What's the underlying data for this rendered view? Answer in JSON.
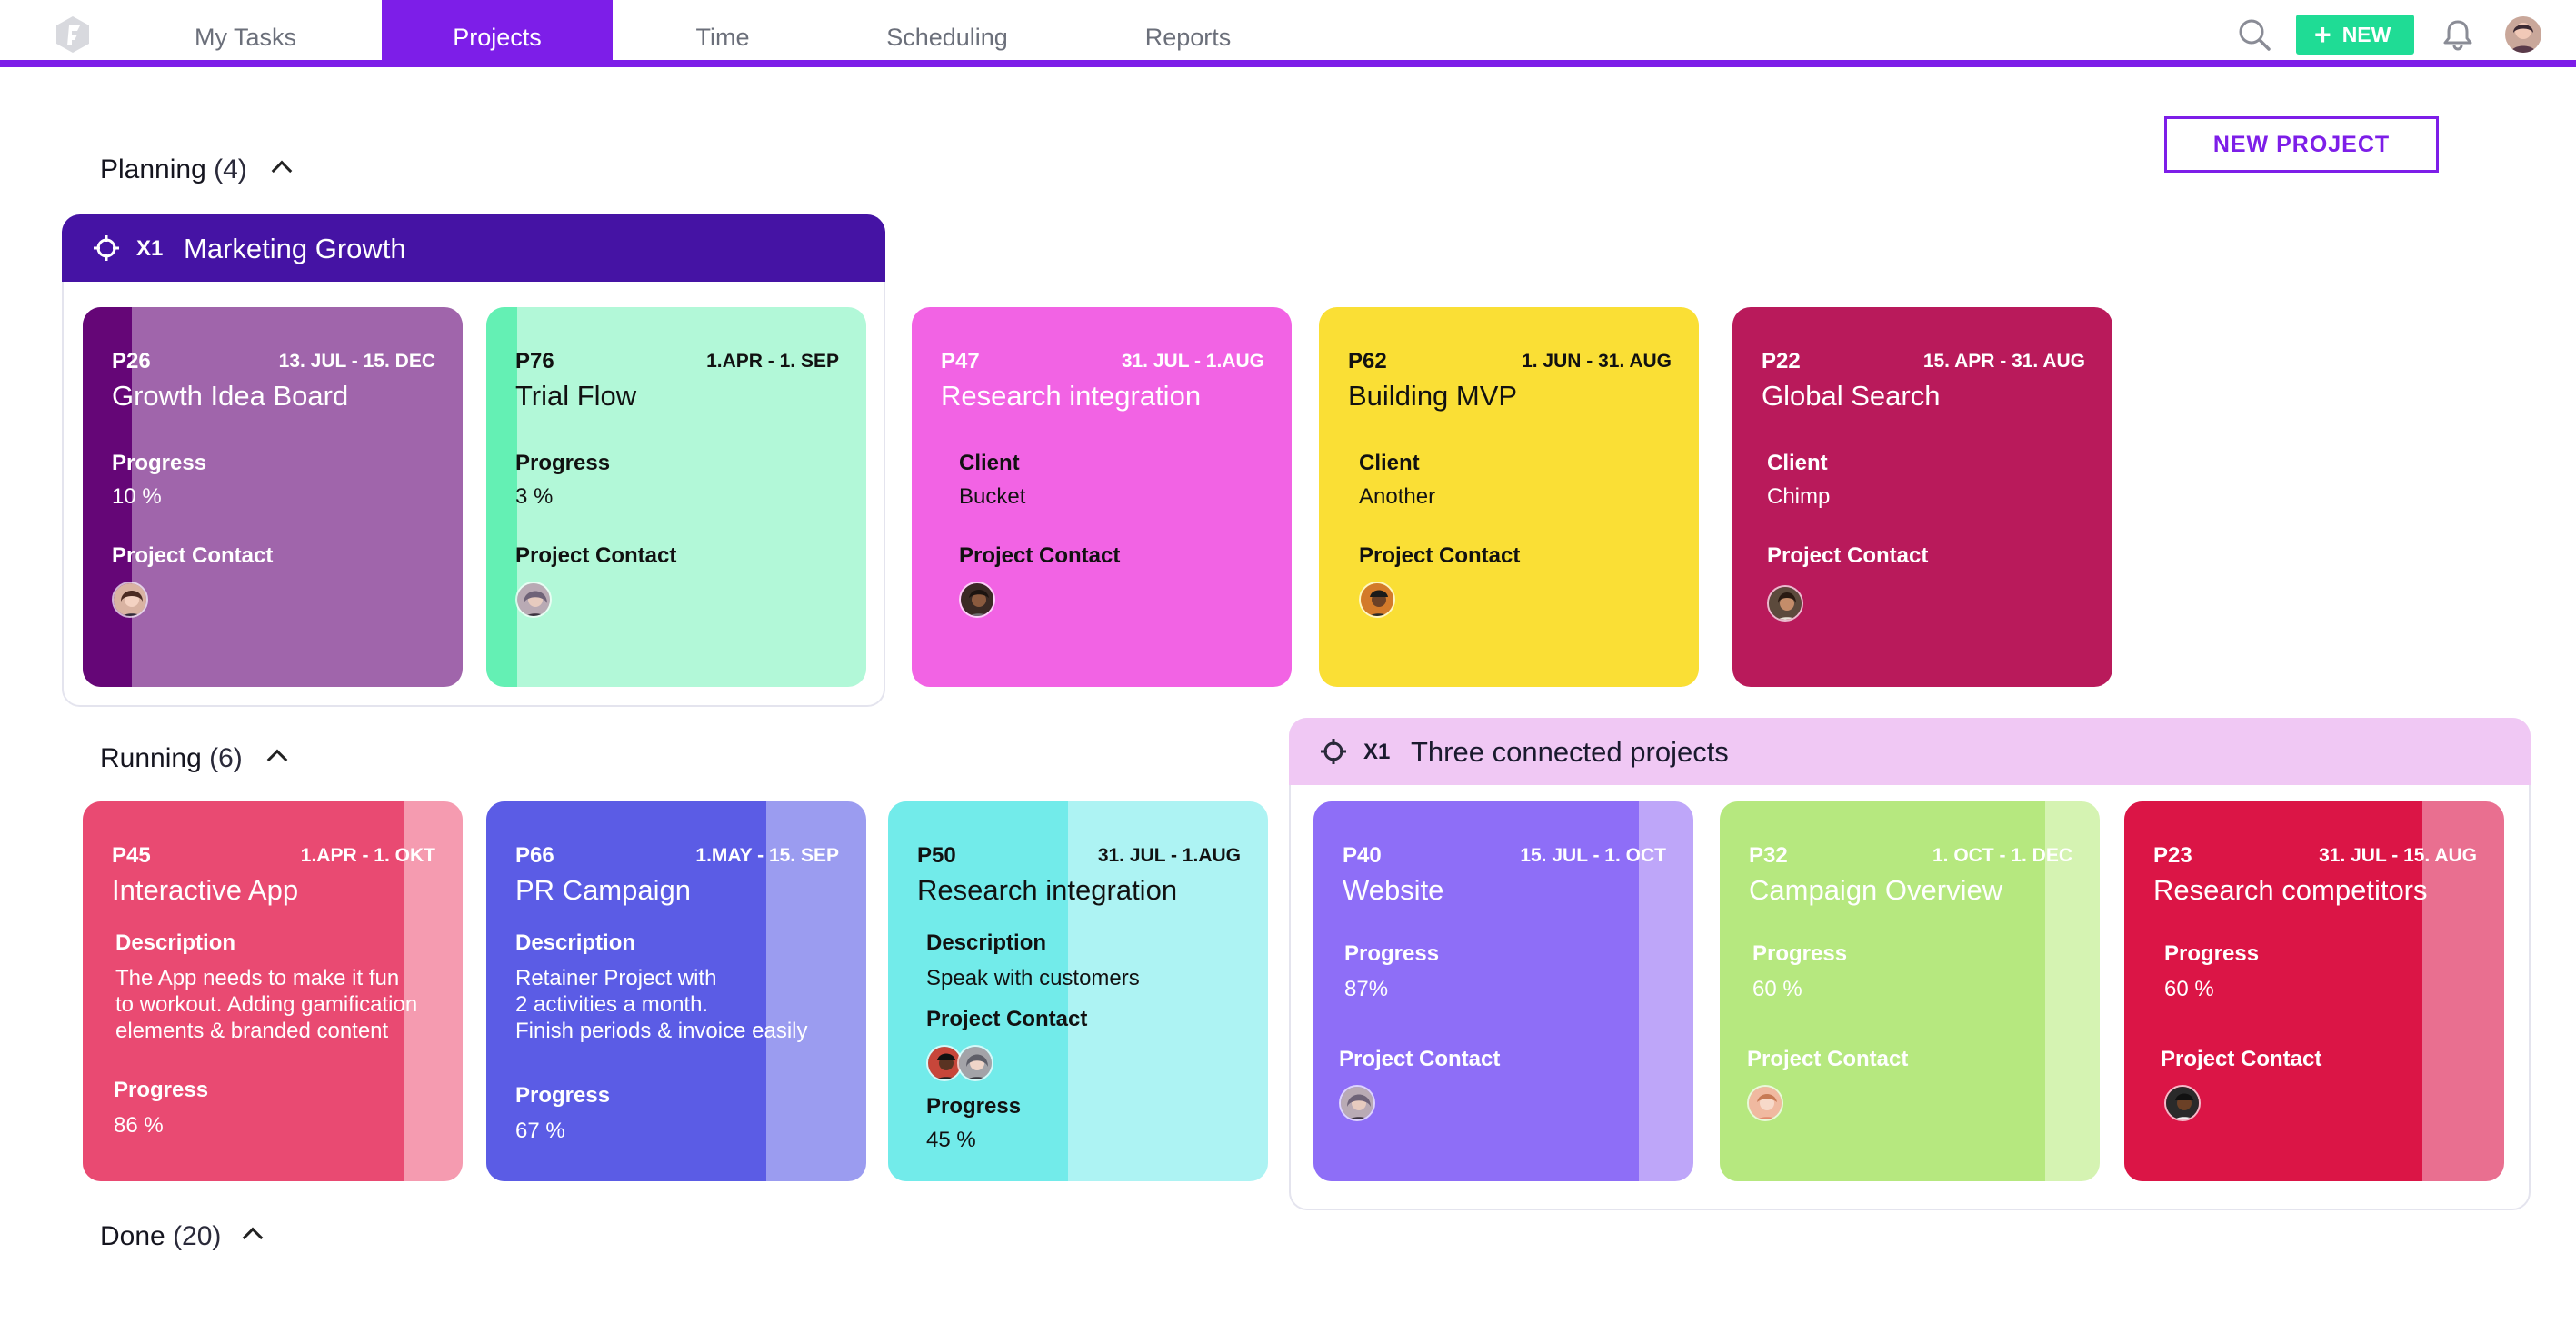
{
  "nav": {
    "items": [
      "My Tasks",
      "Projects",
      "Time",
      "Scheduling",
      "Reports"
    ],
    "active": "Projects",
    "new_label": "NEW",
    "icons": [
      "search-icon",
      "plus-icon",
      "bell-icon",
      "avatar"
    ]
  },
  "actions": {
    "new_project": "NEW PROJECT"
  },
  "sections": {
    "planning": {
      "label": "Planning",
      "count": "(4)"
    },
    "running": {
      "label": "Running",
      "count": "(6)"
    },
    "done": {
      "label": "Done",
      "count": "(20)"
    }
  },
  "groups": {
    "marketing": {
      "code": "X1",
      "name": "Marketing Growth"
    },
    "connected": {
      "code": "X1",
      "name": "Three connected projects"
    }
  },
  "labels": {
    "progress": "Progress",
    "client": "Client",
    "contact": "Project Contact",
    "description": "Description"
  },
  "planning_cards": [
    {
      "code": "P26",
      "dates": "13. JUL - 15. DEC",
      "title": "Growth Idea Board",
      "progress": "10 %"
    },
    {
      "code": "P76",
      "dates": "1.APR - 1. SEP",
      "title": "Trial Flow",
      "progress": "3 %"
    },
    {
      "code": "P47",
      "dates": "31. JUL - 1.AUG",
      "title": "Research integration",
      "client": "Bucket"
    },
    {
      "code": "P62",
      "dates": "1. JUN - 31. AUG",
      "title": "Building MVP",
      "client": "Another"
    },
    {
      "code": "P22",
      "dates": "15. APR - 31. AUG",
      "title": "Global Search",
      "client": "Chimp"
    }
  ],
  "running_cards": [
    {
      "code": "P45",
      "dates": "1.APR - 1. OKT",
      "title": "Interactive App",
      "description": "The App needs to make it fun\nto workout. Adding gamification\nelements & branded content",
      "progress": "86 %"
    },
    {
      "code": "P66",
      "dates": "1.MAY - 15. SEP",
      "title": "PR Campaign",
      "description": "Retainer Project with\n2 activities a month.\nFinish periods & invoice easily",
      "progress": "67 %"
    },
    {
      "code": "P50",
      "dates": "31. JUL - 1.AUG",
      "title": "Research integration",
      "description": "Speak with customers",
      "progress": "45 %"
    },
    {
      "code": "P40",
      "dates": "15. JUL - 1. OCT",
      "title": "Website",
      "progress": "87%"
    },
    {
      "code": "P32",
      "dates": "1. OCT - 1. DEC",
      "title": "Campaign Overview",
      "progress": "60 %"
    },
    {
      "code": "P23",
      "dates": "31. JUL - 15. AUG",
      "title": "Research competitors",
      "progress": "60 %"
    }
  ],
  "colors": {
    "brand": "#7d1ee8",
    "new_button": "#1fdc95",
    "marketing_header": "#4513a4",
    "connected_header": "#f0c8f4"
  }
}
